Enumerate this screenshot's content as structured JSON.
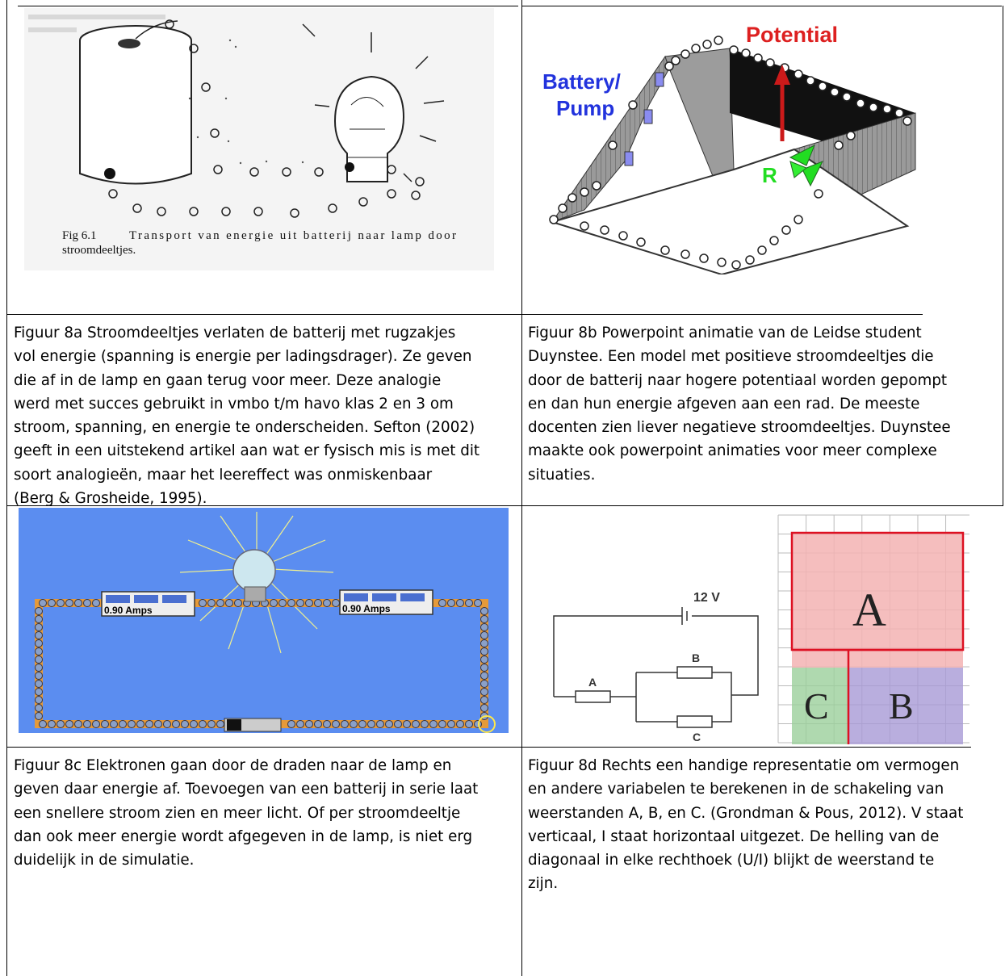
{
  "figures": [
    {
      "id": "8a",
      "inline_label": "Fig 6.1",
      "inline_caption_1": "Transport van energie uit batterij naar lamp door",
      "inline_caption_2": "stroomdeeltjes.",
      "caption_lines": [
        "Figuur 8a Stroomdeeltjes verlaten de batterij met rugzakjes",
        "vol energie (spanning is energie per ladingsdrager). Ze geven",
        "die af in de lamp en gaan terug voor meer. Deze analogie",
        "werd met succes gebruikt in vmbo t/m havo klas 2 en 3 om",
        "stroom, spanning, en energie te onderscheiden. Sefton (2002)",
        "geeft in een uitstekend artikel aan wat er fysisch mis is met dit",
        "soort analogieën, maar het leereffect was onmiskenbaar",
        "(Berg & Grosheide, 1995)."
      ]
    },
    {
      "id": "8b",
      "label_potential": "Potential",
      "label_battery": "Battery/",
      "label_pump": "Pump",
      "label_r": "R",
      "caption_lines": [
        "Figuur 8b Powerpoint animatie van de Leidse student",
        "Duynstee. Een model met positieve stroomdeeltjes die",
        "door de batterij naar hogere potentiaal worden gepompt",
        "en dan hun energie afgeven aan een rad. De meeste",
        "docenten zien liever negatieve stroomdeeltjes. Duynstee",
        "maakte ook powerpoint animaties voor meer complexe",
        "situaties."
      ]
    },
    {
      "id": "8c",
      "meter_left": "0.90 Amps",
      "meter_right": "0.90 Amps",
      "caption_lines": [
        "Figuur 8c Elektronen gaan door de draden naar de lamp en",
        "geven daar energie af. Toevoegen van een batterij in serie laat",
        "een snellere stroom zien en meer licht. Of per stroomdeeltje",
        "dan ook meer energie wordt afgegeven in de lamp, is niet erg",
        "duidelijk in de simulatie."
      ]
    },
    {
      "id": "8d",
      "voltage": "12 V",
      "resistor_a": "A",
      "resistor_b": "B",
      "resistor_c": "C",
      "region_a": "A",
      "region_b": "B",
      "region_c": "C",
      "caption_lines": [
        "Figuur 8d Rechts een handige representatie om vermogen",
        "en andere variabelen te berekenen in de schakeling van",
        "weerstanden A, B, en C. (Grondman & Pous, 2012). V staat",
        "verticaal, I staat horizontaal uitgezet. De helling van de",
        "diagonaal in elke rechthoek (U/I) blijkt de weerstand te",
        "zijn."
      ]
    }
  ]
}
